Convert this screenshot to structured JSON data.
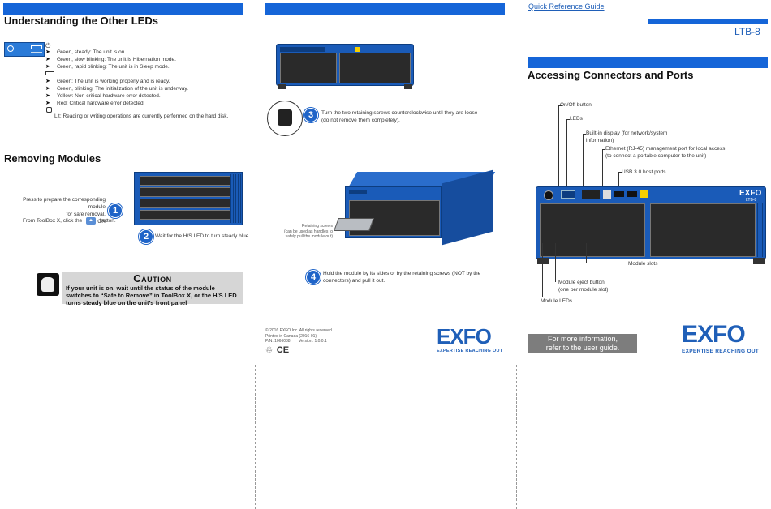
{
  "left": {
    "leds_title": "Understanding the Other LEDs",
    "power_items": [
      "Green, steady: The unit is on.",
      "Green, slow blinking: The unit is Hibernation mode.",
      "Green, rapid blinking: The unit is in Sleep mode."
    ],
    "status_items": [
      "Green: The unit is working properly and is ready.",
      "Green, blinking: The initialization of the unit is underway.",
      "Yellow: Non-critical hardware error detected.",
      "Red: Critical hardware error detected."
    ],
    "disk_item": "Lit: Reading or writing operations are currently performed on the hard disk.",
    "removing_title": "Removing Modules",
    "step1_text": [
      "Press to prepare the corresponding module",
      "for safe removal.",
      "OR",
      "From ToolBox X, click the",
      "button."
    ],
    "step1_num": "1",
    "step2_num": "2",
    "step2_text": "Wait for the H/S LED to turn steady blue.",
    "caution_title": "Caution",
    "caution_text": "If your unit is on, wait until the status of the module switches to “Safe to Remove” in ToolBox X, or the H/S LED turns steady blue on the unit’s front panel"
  },
  "middle": {
    "step3_num": "3",
    "step3_text": [
      "Turn the two retaining screws counterclockwise until they are loose",
      "(do not remove them completely)."
    ],
    "retaining_label": [
      "Retaining screws",
      "(can be used as handles to",
      "safely pull the module out)"
    ],
    "step4_num": "4",
    "step4_text": [
      "Hold the module by its sides or by the retaining screws (NOT by the",
      "connectors) and pull it out."
    ],
    "copyright": [
      "© 2016 EXFO Inc. All rights reserved.",
      "Printed in Canada (2016-01)",
      "P/N: 1066038"
    ],
    "version": "Version: 1.0.0.1",
    "logo": "EXFO",
    "logo_tag": "EXPERTISE REACHING OUT"
  },
  "right": {
    "guide_link": "Quick Reference Guide",
    "model": "LTB-8",
    "access_title": "Accessing Connectors and Ports",
    "callouts": {
      "onoff": "On/Off button",
      "leds": "LEDs",
      "display": [
        "Built-in display (for network/system",
        "information)"
      ],
      "ethernet": [
        "Ethernet (RJ-45) management port for local access",
        "(to connect a portable computer to the unit)"
      ],
      "usb": "USB 3.0 host ports",
      "slots": "Module slots",
      "eject": [
        "Module eject button",
        "(one per module slot)"
      ],
      "module_leds": "Module LEDs"
    },
    "device_brand": "EXFO",
    "device_model": "LTB-8",
    "more_info": [
      "For more information,",
      "refer to the user guide."
    ],
    "logo": "EXFO",
    "logo_tag": "EXPERTISE REACHING OUT"
  },
  "colors": {
    "accent": "#1565d8",
    "device": "#1a5bb8"
  }
}
